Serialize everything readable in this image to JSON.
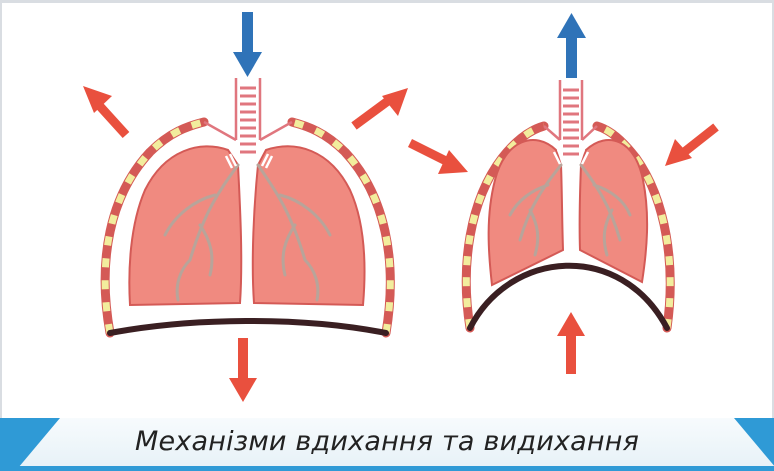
{
  "caption": "Механізми вдихання та видихання",
  "colors": {
    "arrow_red": "#e9503e",
    "arrow_blue": "#2f73b8",
    "lung_fill": "#f08a80",
    "lung_stroke": "#d45a56",
    "bronchi": "#b8a49a",
    "ribs_pink": "#e0767e",
    "ribs_yellow": "#f2ed9d",
    "diaphragm": "#3a1f22",
    "caption_accent": "#2f9ad6"
  },
  "panels": [
    {
      "name": "inhalation",
      "airflow": "in",
      "diaphragm_shape": "flat"
    },
    {
      "name": "exhalation",
      "airflow": "out",
      "diaphragm_shape": "domed"
    }
  ]
}
